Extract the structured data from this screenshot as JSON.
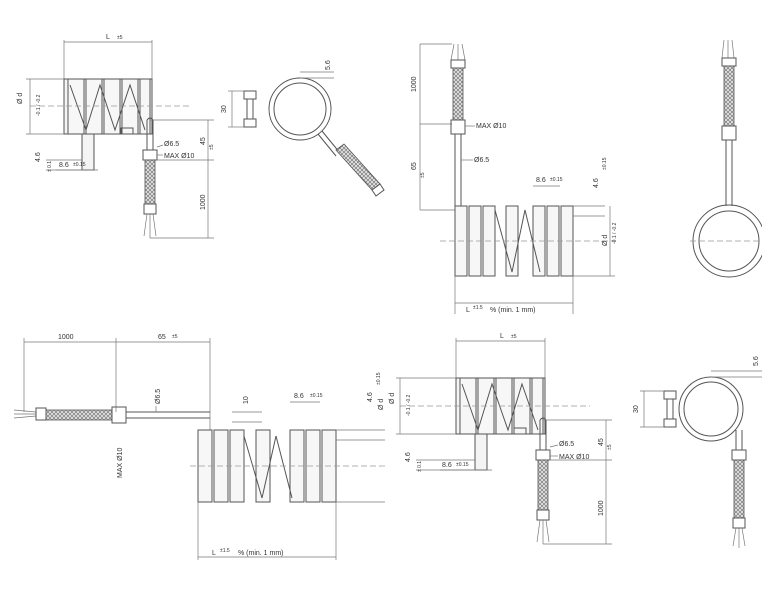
{
  "views": {
    "v1": {
      "L": "L",
      "tolL": "±5",
      "dia": "Ø d",
      "tolDia": "-0.1 / -0.2",
      "h": "4.6",
      "tolH": "± 0.1",
      "w": "8.6",
      "tolW": "±0.15",
      "lead": "Ø6.5",
      "max": "MAX Ø10",
      "len45": "45",
      "tol45": "±5",
      "len1000": "1000"
    },
    "v2": {
      "s": "5.6",
      "dim30": "30"
    },
    "v3": {
      "len1000": "1000",
      "max": "MAX Ø10",
      "len65": "65",
      "tol65": "±5",
      "lead": "Ø6.5",
      "w": "8.6",
      "tolW": "±0.15",
      "h": "4.6",
      "tolH": "±0.15",
      "dia": "Ø d",
      "tolDia": "-0.1 / -0.2",
      "L": "L",
      "tolL": "±1.5",
      "pct": "% (min. 1 mm)"
    },
    "v5": {
      "len1000": "1000",
      "len65": "65",
      "tol65": "±5",
      "lead": "Ø6.5",
      "max": "MAX Ø10",
      "w": "8.6",
      "tolW": "±0.15",
      "h": "4.6",
      "tolH": "±0.15",
      "ten": "10",
      "d": "Ø d",
      "L": "L",
      "tolL": "±1.5",
      "pct": "% (min. 1 mm)"
    },
    "v6": {
      "L": "L",
      "tolL": "±5",
      "dia": "Ø d",
      "tolDia": "-0.1 / -0.2",
      "h": "4.6",
      "tolH": "± 0.1",
      "w": "8.6",
      "tolW": "±0.15",
      "lead": "Ø6.5",
      "max": "MAX Ø10",
      "len45": "45",
      "tol45": "±5",
      "len1000": "1000"
    },
    "v7": {
      "dim30": "30",
      "s": "5.6"
    }
  }
}
